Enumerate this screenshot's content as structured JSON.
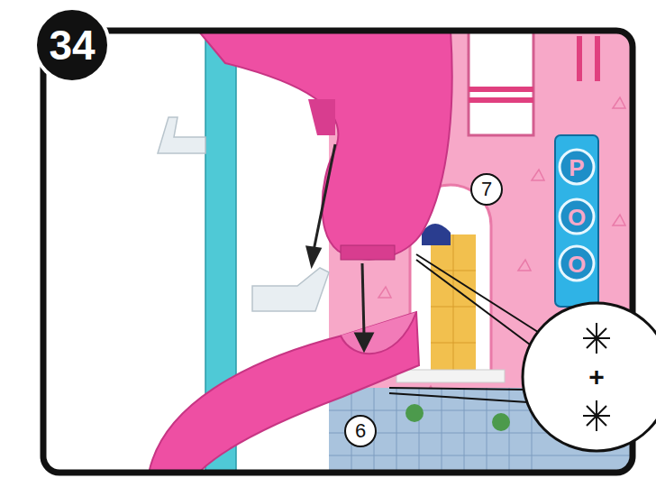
{
  "diagram": {
    "nodes": [
      {
        "text": [
          "34"
        ]
      },
      {
        "text": [
          "7"
        ]
      },
      {
        "text": [
          "6"
        ]
      },
      {
        "text": [
          "+"
        ]
      }
    ],
    "labels": [
      "P",
      "O",
      "O"
    ]
  }
}
